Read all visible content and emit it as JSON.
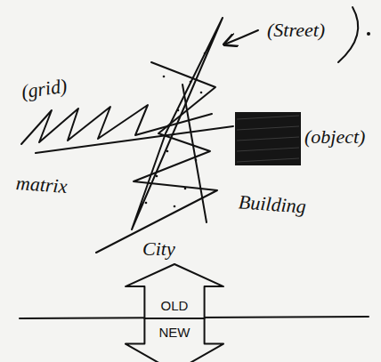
{
  "diagram": {
    "nodes": [
      {
        "text": [
          "OLD"
        ]
      },
      {
        "text": [
          "NEW"
        ]
      }
    ],
    "labels": [
      "(Street)",
      "(grid)",
      "matrix",
      "(object)",
      "Building",
      "City"
    ]
  }
}
